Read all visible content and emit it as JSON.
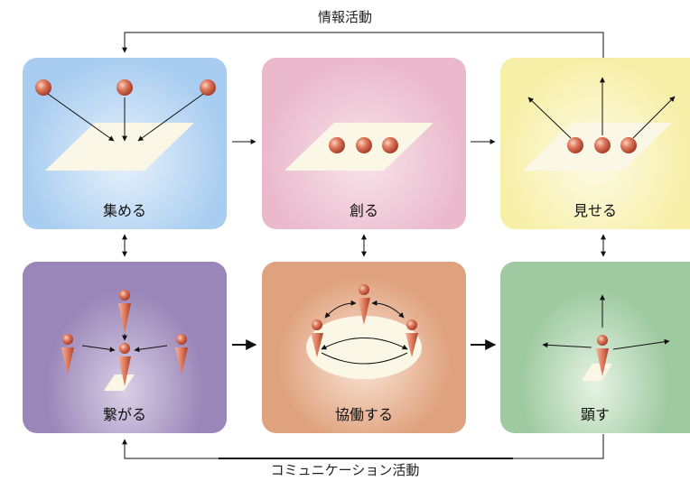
{
  "labels": {
    "top_loop": "情報活動",
    "bottom_loop": "コミュニケーション活動"
  },
  "cards": {
    "collect": {
      "label": "集める",
      "color": "#a9cdf0"
    },
    "create": {
      "label": "創る",
      "color": "#eab9cb"
    },
    "show": {
      "label": "見せる",
      "color": "#f7efa8"
    },
    "connect": {
      "label": "繋がる",
      "color": "#9a86b8"
    },
    "collaborate": {
      "label": "協働する",
      "color": "#dfa27e"
    },
    "manifest": {
      "label": "顕す",
      "color": "#9fcaa1"
    }
  },
  "colors": {
    "sphere": "#d9694d",
    "sheet": "#fbf7e6",
    "line": "#111111"
  }
}
